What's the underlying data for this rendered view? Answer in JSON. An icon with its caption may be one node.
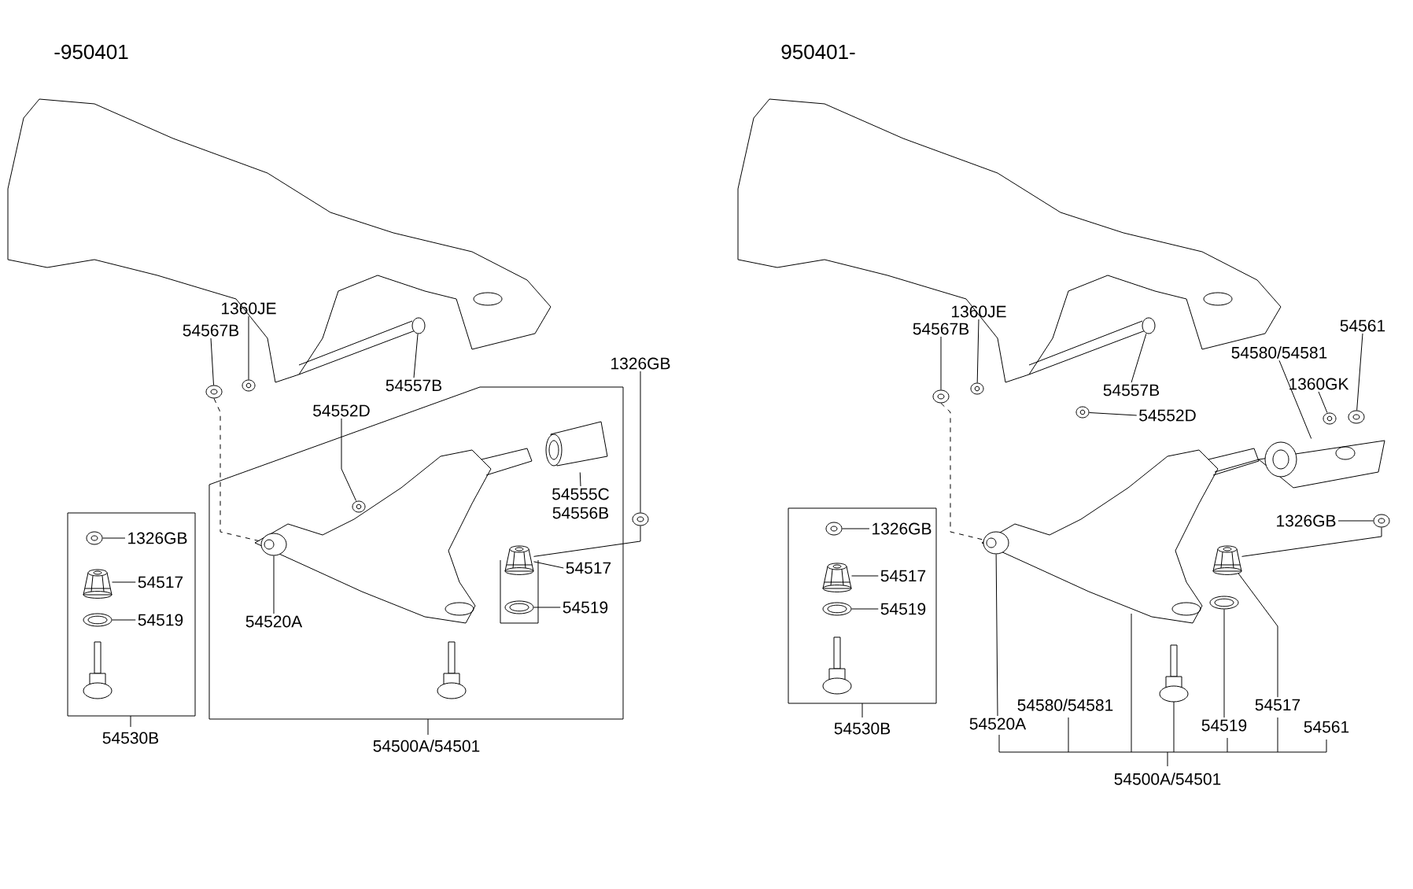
{
  "diagram": {
    "nodes": [
      {
        "text": [
          "54530B"
        ]
      },
      {
        "text": [
          "1326GB"
        ],
        "in": 0
      },
      {
        "text": [
          "54517"
        ],
        "in": 0
      },
      {
        "text": [
          "54519"
        ],
        "in": 0
      },
      {
        "text": [
          "54500A/54501"
        ]
      },
      {
        "text": [
          "54520A"
        ],
        "in": 4
      },
      {
        "text": [
          "54555C",
          "54556B"
        ],
        "in": 4
      },
      {
        "text": [
          "54517"
        ],
        "in": 4
      },
      {
        "text": [
          "54519"
        ],
        "in": 4
      },
      {
        "text": [
          "1360JE"
        ]
      },
      {
        "text": [
          "54567B"
        ]
      },
      {
        "text": [
          "54557B"
        ]
      },
      {
        "text": [
          "54552D"
        ]
      },
      {
        "text": [
          "1326GB"
        ]
      },
      {
        "text": [
          "54530B"
        ]
      },
      {
        "text": [
          "1326GB"
        ],
        "in": 14
      },
      {
        "text": [
          "54517"
        ],
        "in": 14
      },
      {
        "text": [
          "54519"
        ],
        "in": 14
      },
      {
        "text": [
          "1360JE"
        ]
      },
      {
        "text": [
          "54567B"
        ]
      },
      {
        "text": [
          "54557B"
        ]
      },
      {
        "text": [
          "54552D"
        ]
      },
      {
        "text": [
          "54580/54581"
        ]
      },
      {
        "text": [
          "54561"
        ]
      },
      {
        "text": [
          "1360GK"
        ]
      },
      {
        "text": [
          "1326GB"
        ]
      },
      {
        "text": [
          "54517"
        ]
      },
      {
        "text": [
          "54520A"
        ]
      },
      {
        "text": [
          "54519"
        ]
      },
      {
        "text": [],
        "shape": "picture"
      },
      {
        "text": [],
        "shape": "picture"
      },
      {
        "text": [],
        "shape": "picture"
      },
      {
        "text": [],
        "shape": "picture",
        "in": 4
      },
      {
        "text": [],
        "shape": "picture"
      },
      {
        "text": [],
        "shape": "picture",
        "in": 4
      },
      {
        "text": [],
        "shape": "picture",
        "in": 4
      },
      {
        "text": [],
        "shape": "picture",
        "in": 4
      },
      {
        "text": [],
        "shape": "picture",
        "in": 4
      },
      {
        "text": [],
        "shape": "picture",
        "in": 0
      },
      {
        "text": [],
        "shape": "picture",
        "in": 0
      },
      {
        "text": [],
        "shape": "picture",
        "in": 0
      },
      {
        "text": [],
        "shape": "picture"
      },
      {
        "text": [],
        "shape": "picture"
      },
      {
        "text": [],
        "shape": "picture"
      },
      {
        "text": [],
        "shape": "picture"
      },
      {
        "text": [],
        "shape": "picture"
      },
      {
        "text": [],
        "shape": "picture"
      },
      {
        "text": [],
        "shape": "picture"
      },
      {
        "text": [],
        "shape": "picture"
      },
      {
        "text": [],
        "shape": "picture"
      },
      {
        "text": [],
        "shape": "picture"
      },
      {
        "text": [],
        "shape": "picture"
      },
      {
        "text": [],
        "shape": "picture",
        "in": 14
      },
      {
        "text": [],
        "shape": "picture",
        "in": 14
      },
      {
        "text": [],
        "shape": "picture",
        "in": 14
      }
    ],
    "edges": [
      {
        "from": 1,
        "to": 38,
        "arrow": "none"
      },
      {
        "from": 2,
        "to": 39,
        "arrow": "none"
      },
      {
        "from": 3,
        "to": 40,
        "arrow": "none"
      },
      {
        "from": 5,
        "to": 35,
        "arrow": "none"
      },
      {
        "from": 6,
        "to": 34,
        "arrow": "none"
      },
      {
        "from": 7,
        "to": 36,
        "arrow": "none"
      },
      {
        "from": 8,
        "to": 37,
        "arrow": "none"
      },
      {
        "from": 9,
        "to": 29,
        "arrow": "none"
      },
      {
        "from": 10,
        "to": 30,
        "arrow": "none"
      },
      {
        "from": 11,
        "to": 31,
        "arrow": "none"
      },
      {
        "from": 12,
        "to": 32,
        "arrow": "none"
      },
      {
        "from": 13,
        "to": 33,
        "arrow": "none"
      },
      {
        "from": 15,
        "to": 52,
        "arrow": "none"
      },
      {
        "from": 16,
        "to": 53,
        "arrow": "none"
      },
      {
        "from": 17,
        "to": 54,
        "arrow": "none"
      },
      {
        "from": 18,
        "to": 41,
        "arrow": "none"
      },
      {
        "from": 19,
        "to": 42,
        "arrow": "none"
      },
      {
        "from": 20,
        "to": 43,
        "arrow": "none"
      },
      {
        "from": 21,
        "to": 44,
        "arrow": "none"
      },
      {
        "from": 22,
        "to": 45,
        "arrow": "none"
      },
      {
        "from": 23,
        "to": 47,
        "arrow": "none"
      },
      {
        "from": 24,
        "to": 46,
        "arrow": "none"
      },
      {
        "from": 25,
        "to": 48,
        "arrow": "none"
      },
      {
        "from": 26,
        "to": 49,
        "arrow": "none"
      },
      {
        "from": 27,
        "to": 51,
        "arrow": "none"
      },
      {
        "from": 28,
        "to": 50,
        "arrow": "none"
      },
      {
        "from": 33,
        "to": 36,
        "arrow": "none"
      },
      {
        "from": 48,
        "to": 49,
        "arrow": "none"
      },
      {
        "from": 30,
        "to": 35,
        "arrow": "none",
        "style": "dashed"
      },
      {
        "from": 42,
        "to": 51,
        "arrow": "none",
        "style": "dashed"
      }
    ],
    "labels": [
      "-950401",
      "950401-",
      "54580/54581",
      "54561",
      "54500A/54501"
    ]
  }
}
